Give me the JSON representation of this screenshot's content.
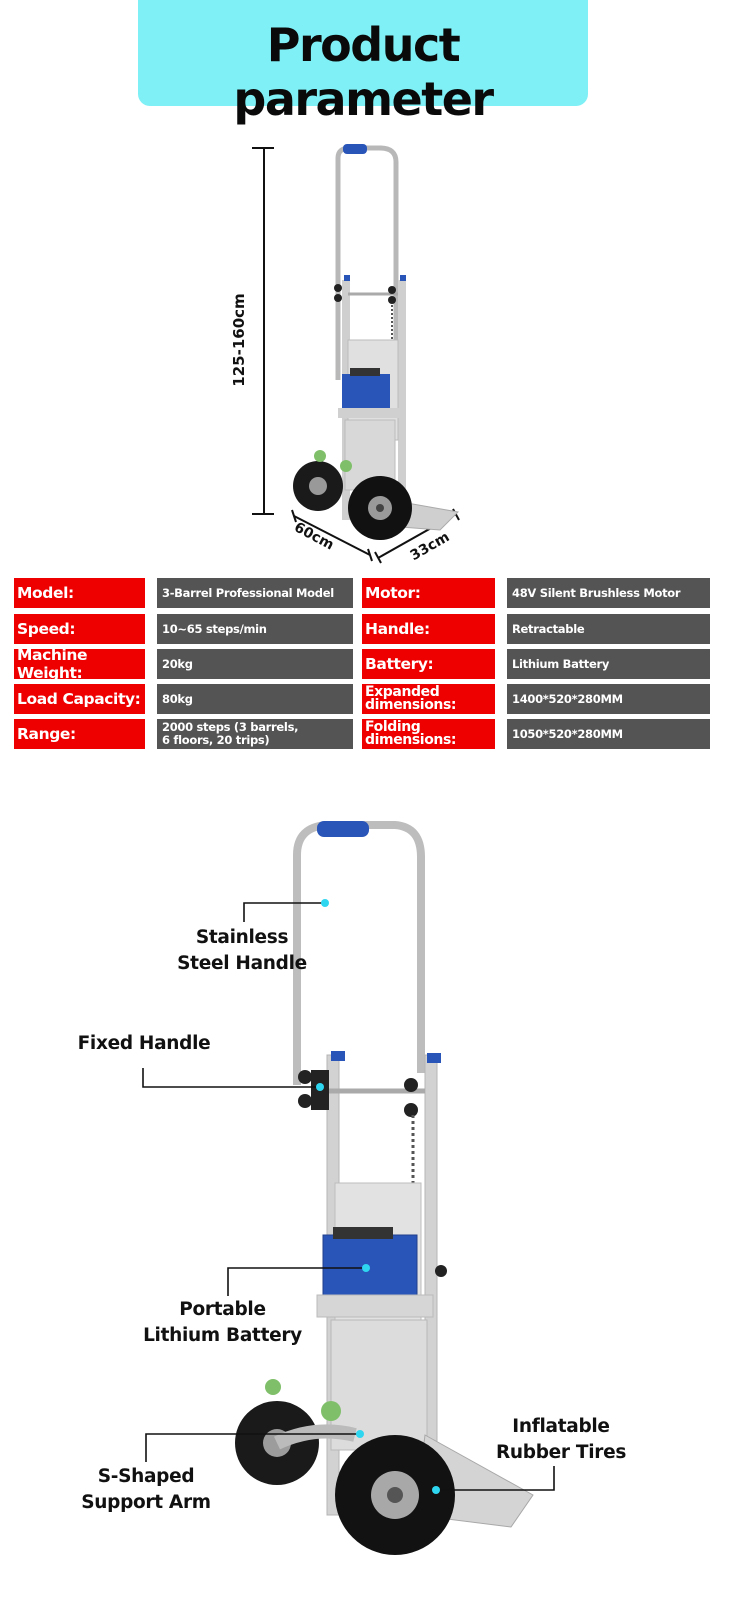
{
  "title": "Product parameter",
  "dimensions": {
    "height": "125-160cm",
    "depth": "60cm",
    "width": "33cm"
  },
  "specs_left": [
    {
      "label": "Model:",
      "value": "3-Barrel Professional Model"
    },
    {
      "label": "Speed:",
      "value": "10~65 steps/min"
    },
    {
      "label": "Machine Weight:",
      "value": "20kg"
    },
    {
      "label": "Load Capacity:",
      "value": "80kg"
    },
    {
      "label": "Range:",
      "value": "2000 steps (3 barrels,\n6 floors, 20 trips)"
    }
  ],
  "specs_right": [
    {
      "label": "Motor:",
      "value": "48V Silent Brushless Motor"
    },
    {
      "label": "Handle:",
      "value": "Retractable"
    },
    {
      "label": "Battery:",
      "value": "Lithium Battery"
    },
    {
      "label": "Expanded\ndimensions:",
      "value": "1400*520*280MM"
    },
    {
      "label": "Folding\ndimensions:",
      "value": "1050*520*280MM"
    }
  ],
  "callouts": {
    "handle": "Stainless\nSteel Handle",
    "fixed": "Fixed Handle",
    "battery": "Portable\nLithium Battery",
    "arm": "S-Shaped\nSupport Arm",
    "tires": "Inflatable\nRubber Tires"
  },
  "colors": {
    "title_bg": "#7ef0f6",
    "label_bg": "#ee0000",
    "value_bg": "#545454",
    "accent_dot": "#2fd6f0",
    "battery_blue": "#2a55b8"
  }
}
